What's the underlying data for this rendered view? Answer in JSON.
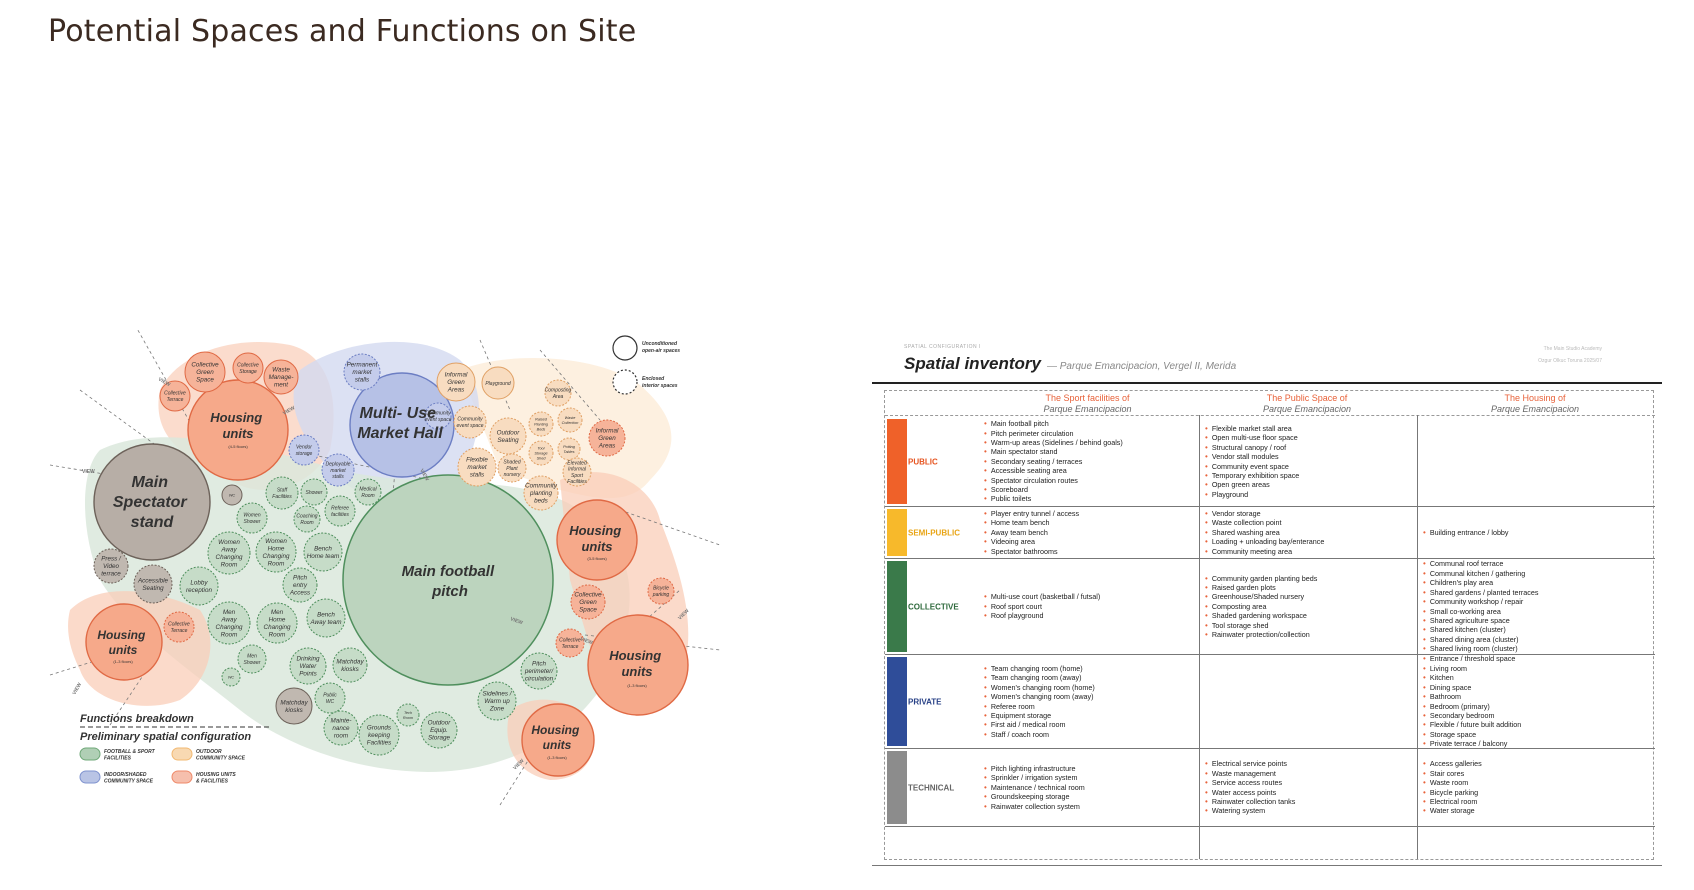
{
  "page": {
    "title": "Potential Spaces and Functions on Site"
  },
  "bubble_diagram": {
    "labels": {
      "main_stand": [
        "Main",
        "Spectator",
        "stand"
      ],
      "market_hall": [
        "Multi- Use",
        "Market Hall"
      ],
      "football_pitch": [
        "Main football",
        "pitch"
      ],
      "housing_top": [
        "Housing",
        "units"
      ],
      "housing_right": [
        "Housing",
        "units"
      ],
      "housing_left": [
        "Housing",
        "units"
      ],
      "housing_bottom_right": [
        "Housing",
        "units"
      ],
      "housing_bottom": [
        "Housing",
        "units"
      ],
      "housing_top_sub": "(4-5 floors)",
      "housing_right_sub": "(3-5 floors)",
      "housing_left_sub": "(1-3 floors)",
      "housing_bottom_right_sub": "(1-3 floors)",
      "housing_bottom_sub": "(1-3 floors)",
      "view": "VIEW",
      "small": [
        [
          "Collective",
          "Green",
          "Space"
        ],
        [
          "Collective",
          "Storage"
        ],
        [
          "Waste",
          "Manage-",
          "ment"
        ],
        [
          "Collective",
          "Terrace"
        ],
        [
          "Permanent",
          "market",
          "stalls"
        ],
        [
          "Informal",
          "Green",
          "Areas"
        ],
        [
          "Playground"
        ],
        [
          "Outdoor",
          "Seating"
        ],
        [
          "Community",
          "event space"
        ],
        [
          "Flexible",
          "market",
          "stalls"
        ],
        [
          "Shaded",
          "Plant",
          "nursery"
        ],
        [
          "Informal",
          "Green",
          "Areas"
        ],
        [
          "Community",
          "planting",
          "beds"
        ],
        [
          "Vendor",
          "storage"
        ],
        [
          "Deployable",
          "market",
          "stalls"
        ],
        [
          "WC"
        ],
        [
          "Staff",
          "Facilities"
        ],
        [
          "Shower"
        ],
        [
          "Medical",
          "Room"
        ],
        [
          "Women",
          "Shower"
        ],
        [
          "Coaching",
          "Room"
        ],
        [
          "Referee",
          "facilities"
        ],
        [
          "Women",
          "Away",
          "Changing",
          "Room"
        ],
        [
          "Women",
          "Home",
          "Changing",
          "Room"
        ],
        [
          "Bench",
          "Home team"
        ],
        [
          "Press /",
          "Video",
          "terrace"
        ],
        [
          "Accessible",
          "Seating"
        ],
        [
          "Lobby",
          "reception"
        ],
        [
          "Pitch",
          "entry",
          "Access"
        ],
        [
          "Men",
          "Away",
          "Changing",
          "Room"
        ],
        [
          "Men",
          "Home",
          "Changing",
          "Room"
        ],
        [
          "Bench",
          "Away team"
        ],
        [
          "Men",
          "Shower"
        ],
        [
          "WC"
        ],
        [
          "Drinking",
          "Water",
          "Points"
        ],
        [
          "Matchday",
          "kiosks"
        ],
        [
          "Public",
          "WC"
        ],
        [
          "Matchday",
          "kiosks"
        ],
        [
          "Mainte-",
          "nance",
          "room"
        ],
        [
          "Grounds",
          "keeping",
          "Facilities"
        ],
        [
          "Tech",
          "Room"
        ],
        [
          "Outdoor",
          "Equip.",
          "Storage"
        ],
        [
          "Sidelines /",
          "Warm up",
          "Zone"
        ],
        [
          "Pitch",
          "perimeter/",
          "circulation"
        ],
        [
          "Collective",
          "Green",
          "Space"
        ],
        [
          "Collective",
          "Terrace"
        ],
        [
          "Collective",
          "Terrace"
        ],
        [
          "Community",
          "event space"
        ],
        [
          "Composting",
          "Area"
        ],
        [
          "Waste",
          "Collection"
        ],
        [
          "Potting",
          "Tables"
        ],
        [
          "Raised",
          "Planting",
          "Beds"
        ],
        [
          "Tool",
          "Storage",
          "Shed"
        ],
        [
          "Elevated",
          "Informal",
          "Sport",
          "Facilities"
        ],
        [
          "Bicycle",
          "parking"
        ]
      ]
    },
    "key": {
      "unconditioned": [
        "Unconditioned",
        "open-air spaces"
      ],
      "enclosed": [
        "Enclosed",
        "interior spaces"
      ]
    },
    "legend": {
      "title1": "Functions breakdown",
      "title2": "Preliminary spatial configuration",
      "items": [
        {
          "label": [
            "FOOTBALL & SPORT",
            "FACILITIES"
          ],
          "color": "#6fa878"
        },
        {
          "label": [
            "OUTDOOR",
            "COMMUNITY SPACE"
          ],
          "color": "#f2b972"
        },
        {
          "label": [
            "INDOOR/SHADED",
            "COMMUNITY SPACE"
          ],
          "color": "#7f93cf"
        },
        {
          "label": [
            "HOUSING UNITS",
            "& FACILITIES"
          ],
          "color": "#ef8a6a"
        }
      ]
    }
  },
  "inventory": {
    "kicker": "SPATIAL CONFIGURATION I",
    "title": "Spatial inventory",
    "subtitle": "— Parque Emancipacion, Vergel II, Merida",
    "ref_top": "The Main Studio Academy",
    "ref_bottom": "Ozgur Olkuc Toruna 2025/07",
    "columns": [
      {
        "title": "The Sport facilities of",
        "sub": "Parque Emancipacion"
      },
      {
        "title": "The Public Space of",
        "sub": "Parque Emancipacion"
      },
      {
        "title": "The Housing of",
        "sub": "Parque Emancipacion"
      }
    ],
    "rows": [
      {
        "label": "PUBLIC",
        "color": "#ef6129",
        "label_color": "#e65420",
        "sport": [
          "Main football pitch",
          "Pitch perimeter circulation",
          "Warm-up areas (Sidelines / behind goals)",
          "Main spectator stand",
          "Secondary seating / terraces",
          "Accessible seating area",
          "Spectator circulation routes",
          "Scoreboard",
          "Public toilets"
        ],
        "public": [
          "Flexible market stall area",
          "Open multi-use floor space",
          "Structural canopy / roof",
          "Vendor stall modules",
          "Community event space",
          "Temporary exhibition space",
          "Open green areas",
          "Playground"
        ],
        "housing": []
      },
      {
        "label": "SEMI-PUBLIC",
        "color": "#f7b92b",
        "label_color": "#e8a414",
        "sport": [
          "Player entry tunnel / access",
          "Home team bench",
          "Away team bench",
          "Videoing area",
          "Spectator bathrooms"
        ],
        "public": [
          "Vendor storage",
          "Waste collection point",
          "Shared washing area",
          "Loading + unloading bay/enterance",
          "Community meeting area"
        ],
        "housing": [
          "Building entrance / lobby"
        ]
      },
      {
        "label": "COLLECTIVE",
        "color": "#3a7a4a",
        "label_color": "#2f6a3d",
        "sport": [
          "Multi-use court (basketball / futsal)",
          "Roof sport court",
          "Roof playground"
        ],
        "public": [
          "Community garden planting beds",
          "Raised garden plots",
          "Greenhouse/Shaded nursery",
          "Composting area",
          "Shaded gardening workspace",
          "Tool storage shed",
          "Rainwater protection/collection"
        ],
        "housing": [
          "Communal roof terrace",
          "Communal kitchen / gathering",
          "Children's play area",
          "Shared gardens / planted terraces",
          "Community workshop / repair",
          "Small co-working area",
          "Shared agriculture space",
          "Shared kitchen (cluster)",
          "Shared dining area (cluster)",
          "Shared living room (cluster)"
        ]
      },
      {
        "label": "PRIVATE",
        "color": "#2f4d99",
        "label_color": "#263f85",
        "sport": [
          "Team changing room (home)",
          "Team changing room (away)",
          "Women's changing room (home)",
          "Women's changing room (away)",
          "Referee room",
          "Equipment storage",
          "First aid / medical room",
          "Staff / coach room"
        ],
        "public": [],
        "housing": [
          "Entrance / threshold space",
          "Living room",
          "Kitchen",
          "Dining space",
          "Bathroom",
          "Bedroom (primary)",
          "Secondary bedroom",
          "Flexible / future built addition",
          "Storage space",
          "Private terrace / balcony"
        ]
      },
      {
        "label": "TECHNICAL",
        "color": "#8c8c8c",
        "label_color": "#666666",
        "sport": [
          "Pitch lighting infrastructure",
          "Sprinkler / irrigation system",
          "Maintenance / technical room",
          "Groundskeeping storage",
          "Rainwater collection system"
        ],
        "public": [
          "Electrical service points",
          "Waste management",
          "Service access routes",
          "Water access points",
          "Rainwater collection tanks",
          "Watering system"
        ],
        "housing": [
          "Access galleries",
          "Stair cores",
          "Waste room",
          "Bicycle parking",
          "Electrical room",
          "Water storage"
        ]
      }
    ]
  }
}
